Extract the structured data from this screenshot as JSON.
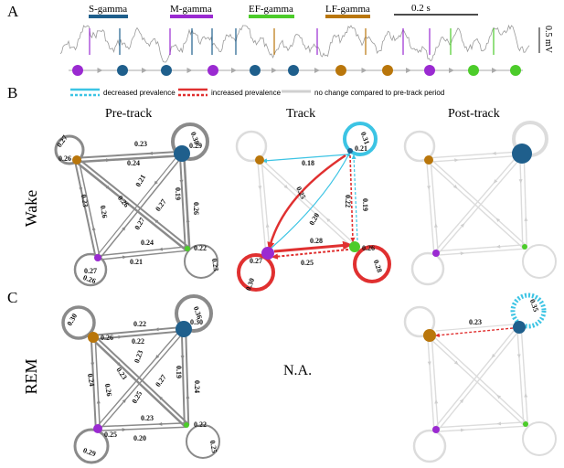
{
  "panel_a": {
    "letter": "A",
    "legend": [
      {
        "label": "S-gamma",
        "color": "#1f5f8c"
      },
      {
        "label": "M-gamma",
        "color": "#9a2ad1"
      },
      {
        "label": "EF-gamma",
        "color": "#4ccc2a"
      },
      {
        "label": "LF-gamma",
        "color": "#b9760b"
      }
    ],
    "time_scale": "0.2 s",
    "volt_scale": "0.5 mV",
    "state_sequence": [
      "M",
      "S",
      "S",
      "M",
      "S",
      "S",
      "LF",
      "LF",
      "M",
      "EF",
      "EF"
    ]
  },
  "panel_b": {
    "letter": "B",
    "legend": {
      "decreased": "decreased prevalence",
      "increased": "increased prevalence",
      "nochange": "no change compared to pre-track period",
      "decreased_color": "#3cc4e4",
      "increased_color": "#e03030"
    },
    "titles": {
      "pre": "Pre-track",
      "track": "Track",
      "post": "Post-track"
    },
    "row_label": "Wake",
    "pre": {
      "self": {
        "lf": "0.27",
        "s": "0.38",
        "m": "0.26",
        "ef": "0.23"
      },
      "edges": {
        "lf_s": "0.23",
        "s_lf": "0.24",
        "lf_m": "0.23",
        "m_lf": "0.26",
        "s_ef": "0.19",
        "ef_s": "0.26",
        "m_ef": "0.24",
        "ef_m": "0.21",
        "lf_ef": "0.26",
        "ef_lf": "0.27",
        "s_m": "0.21",
        "m_s": "0.27"
      },
      "node_vals": {
        "lf": "0.26",
        "s": "0.29",
        "m": "0.27",
        "ef": "0.22"
      }
    },
    "track": {
      "self": {
        "s": "0.31",
        "m": "0.30",
        "ef": "0.28"
      },
      "node_vals": {
        "s": "0.21",
        "m": "0.27",
        "ef": "0.26"
      },
      "edges": {
        "s_lf": "0.18",
        "s_m_red": "0.25",
        "s_ef_red": "0.22",
        "ef_s_blue": "0.19",
        "m_s_blue": "0.20",
        "m_ef": "0.28",
        "ef_m": "0.25"
      }
    }
  },
  "panel_c": {
    "letter": "C",
    "row_label": "REM",
    "na_text": "N.A.",
    "pre": {
      "self": {
        "lf": "0.30",
        "s": "0.36",
        "m": "0.29",
        "ef": "0.25"
      },
      "edges": {
        "lf_s": "0.22",
        "s_lf": "0.22",
        "lf_m": "0.24",
        "m_lf": "0.26",
        "s_ef": "0.19",
        "ef_s": "0.24",
        "m_ef": "0.23",
        "ef_m": "0.20",
        "lf_ef": "0.23",
        "ef_lf": "0.27",
        "s_m": "0.23",
        "m_s": "0.25"
      },
      "node_vals": {
        "lf": "0.26",
        "s": "0.30",
        "m": "0.25",
        "ef": "0.22"
      }
    },
    "post": {
      "self": {
        "s": "0.35"
      },
      "edges": {
        "s_lf": "0.23"
      }
    }
  }
}
